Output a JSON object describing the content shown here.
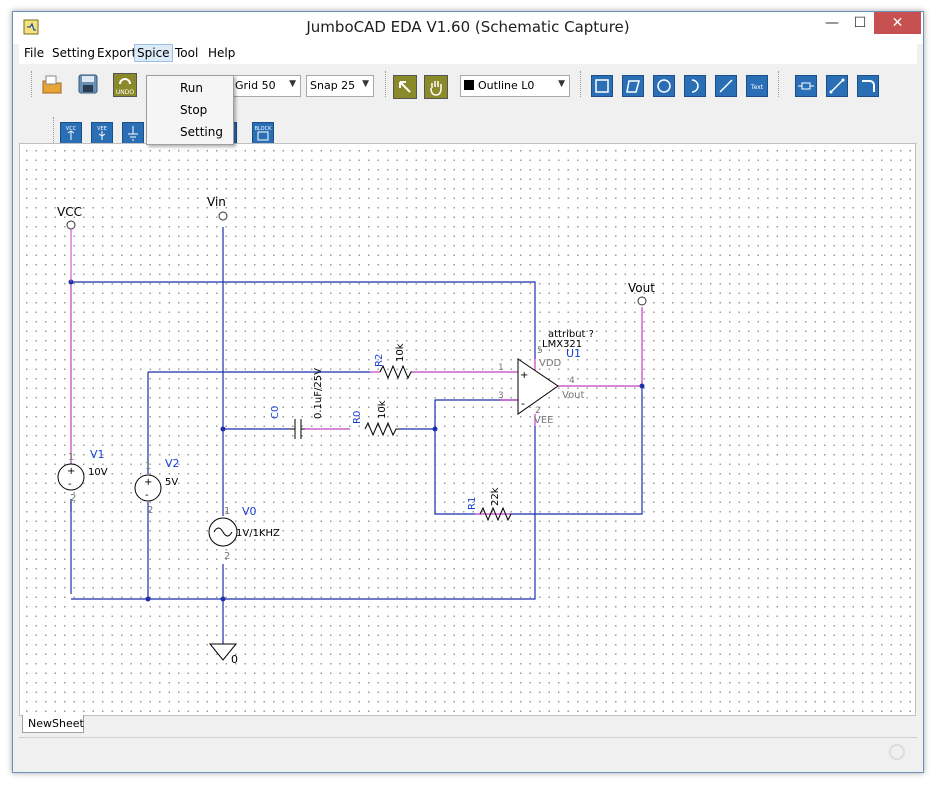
{
  "window": {
    "title": "JumboCAD EDA V1.60 (Schematic Capture)"
  },
  "menu": {
    "file": "File",
    "setting": "Setting",
    "export": "Export",
    "spice": "Spice",
    "tool": "Tool",
    "help": "Help"
  },
  "spice_menu": {
    "run": "Run",
    "stop": "Stop",
    "setting": "Setting"
  },
  "toolbar": {
    "undo_label": "UNDO",
    "grid": "Grid 50",
    "snap": "Snap 25",
    "layer": "Outline L0",
    "text_label": "Text",
    "vcc_label": "VCC",
    "vee_label": "VEE",
    "block_label": "BLOCK"
  },
  "schematic": {
    "ports": {
      "vcc": "VCC",
      "vin": "Vin",
      "vout": "Vout",
      "ground": "0"
    },
    "v1": {
      "ref": "V1",
      "value": "10V",
      "pin1": "1",
      "pin2": "2"
    },
    "v2": {
      "ref": "V2",
      "value": "5V",
      "pin1": "1",
      "pin2": "2"
    },
    "v0": {
      "ref": "V0",
      "value": "1V/1KHZ",
      "pin1": "1",
      "pin2": "2"
    },
    "c0": {
      "ref": "C0",
      "value": "0.1uF/25V"
    },
    "r0": {
      "ref": "R0",
      "value": "10k"
    },
    "r1": {
      "ref": "R1",
      "value": "22k"
    },
    "r2": {
      "ref": "R2",
      "value": "10k"
    },
    "u1": {
      "ref": "U1",
      "part": "LMX321",
      "attribute": "attribut ?",
      "vdd": "VDD",
      "vee": "VEE",
      "vout": "Vout",
      "pin1": "1",
      "pin3": "3",
      "pin4": "4",
      "pin5": "5",
      "pin2": "2",
      "plus": "+",
      "minus": "-"
    }
  },
  "sheet_tab": "NewSheet",
  "colors": {
    "wire": "#1c2fae",
    "pin": "#c040c0",
    "ref": "#1a3fd0",
    "close": "#c75050"
  }
}
